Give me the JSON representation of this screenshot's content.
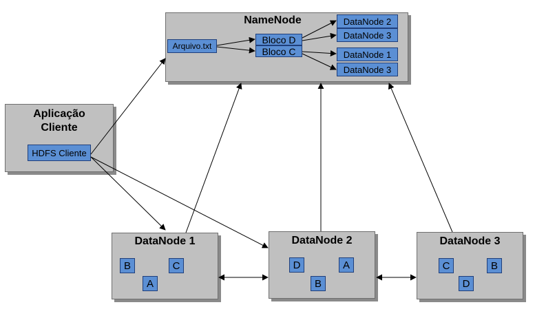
{
  "namenode": {
    "title": "NameNode",
    "file": "Arquivo.txt",
    "blocks": [
      "Bloco D",
      "Bloco C"
    ],
    "replicas_d": [
      "DataNode 2",
      "DataNode 3"
    ],
    "replicas_c": [
      "DataNode 1",
      "DataNode 3"
    ]
  },
  "client": {
    "title_line1": "Aplicação",
    "title_line2": "Cliente",
    "hdfs": "HDFS Cliente"
  },
  "datanodes": [
    {
      "title": "DataNode 1",
      "blocks": [
        "B",
        "C",
        "A"
      ]
    },
    {
      "title": "DataNode 2",
      "blocks": [
        "D",
        "A",
        "B"
      ]
    },
    {
      "title": "DataNode 3",
      "blocks": [
        "C",
        "B",
        "D"
      ]
    }
  ],
  "colors": {
    "panel": "#c0c0c0",
    "box": "#5b8fd4",
    "box_border": "#1f3e7a"
  }
}
